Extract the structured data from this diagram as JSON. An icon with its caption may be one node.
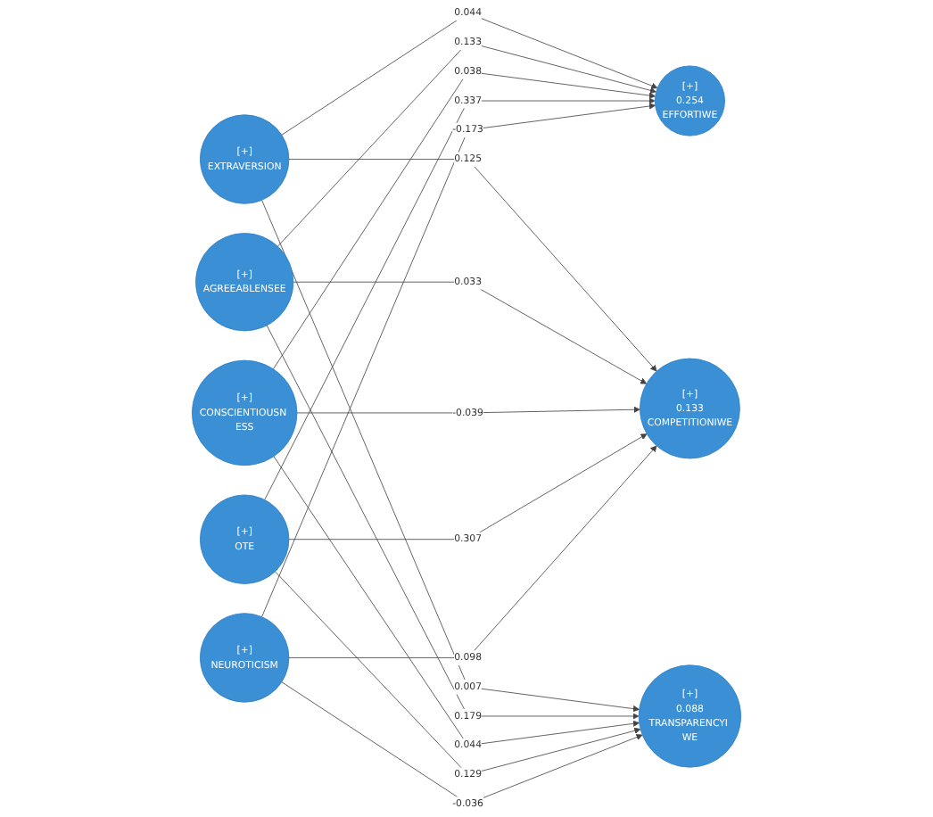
{
  "diagram": {
    "nodes": [
      {
        "text": [
          "[+]",
          "EXTRAVERSION"
        ]
      },
      {
        "text": [
          "[+]",
          "AGREEABLENSEE"
        ]
      },
      {
        "text": [
          "[+]",
          "CONSCIENTIOUSN ESS"
        ]
      },
      {
        "text": [
          "[+]",
          "OTE"
        ]
      },
      {
        "text": [
          "[+]",
          "NEUROTICISM"
        ]
      },
      {
        "text": [
          "[+]",
          "0.254",
          "EFFORTIWE"
        ]
      },
      {
        "text": [
          "[+]",
          "0.133",
          "COMPETITIONIWE"
        ]
      },
      {
        "text": [
          "[+]",
          "0.088",
          "TRANSPARENCYI WE"
        ]
      }
    ],
    "edges": [
      {
        "from": 0,
        "to": 5,
        "arrow": "to",
        "label": "0.044"
      },
      {
        "from": 1,
        "to": 5,
        "arrow": "to",
        "label": "0.133"
      },
      {
        "from": 2,
        "to": 5,
        "arrow": "to",
        "label": "0.038"
      },
      {
        "from": 3,
        "to": 5,
        "arrow": "to",
        "label": "0.337"
      },
      {
        "from": 4,
        "to": 5,
        "arrow": "to",
        "label": "-0.173"
      },
      {
        "from": 0,
        "to": 6,
        "arrow": "to",
        "label": "0.125"
      },
      {
        "from": 1,
        "to": 6,
        "arrow": "to",
        "label": "0.033"
      },
      {
        "from": 2,
        "to": 6,
        "arrow": "to",
        "label": "-0.039"
      },
      {
        "from": 3,
        "to": 6,
        "arrow": "to",
        "label": "0.307"
      },
      {
        "from": 4,
        "to": 6,
        "arrow": "to",
        "label": "0.098"
      },
      {
        "from": 0,
        "to": 7,
        "arrow": "to",
        "label": "0.007"
      },
      {
        "from": 1,
        "to": 7,
        "arrow": "to",
        "label": "0.179"
      },
      {
        "from": 2,
        "to": 7,
        "arrow": "to",
        "label": "0.044"
      },
      {
        "from": 3,
        "to": 7,
        "arrow": "to",
        "label": "0.129"
      },
      {
        "from": 4,
        "to": 7,
        "arrow": "to",
        "label": "-0.036"
      }
    ]
  }
}
